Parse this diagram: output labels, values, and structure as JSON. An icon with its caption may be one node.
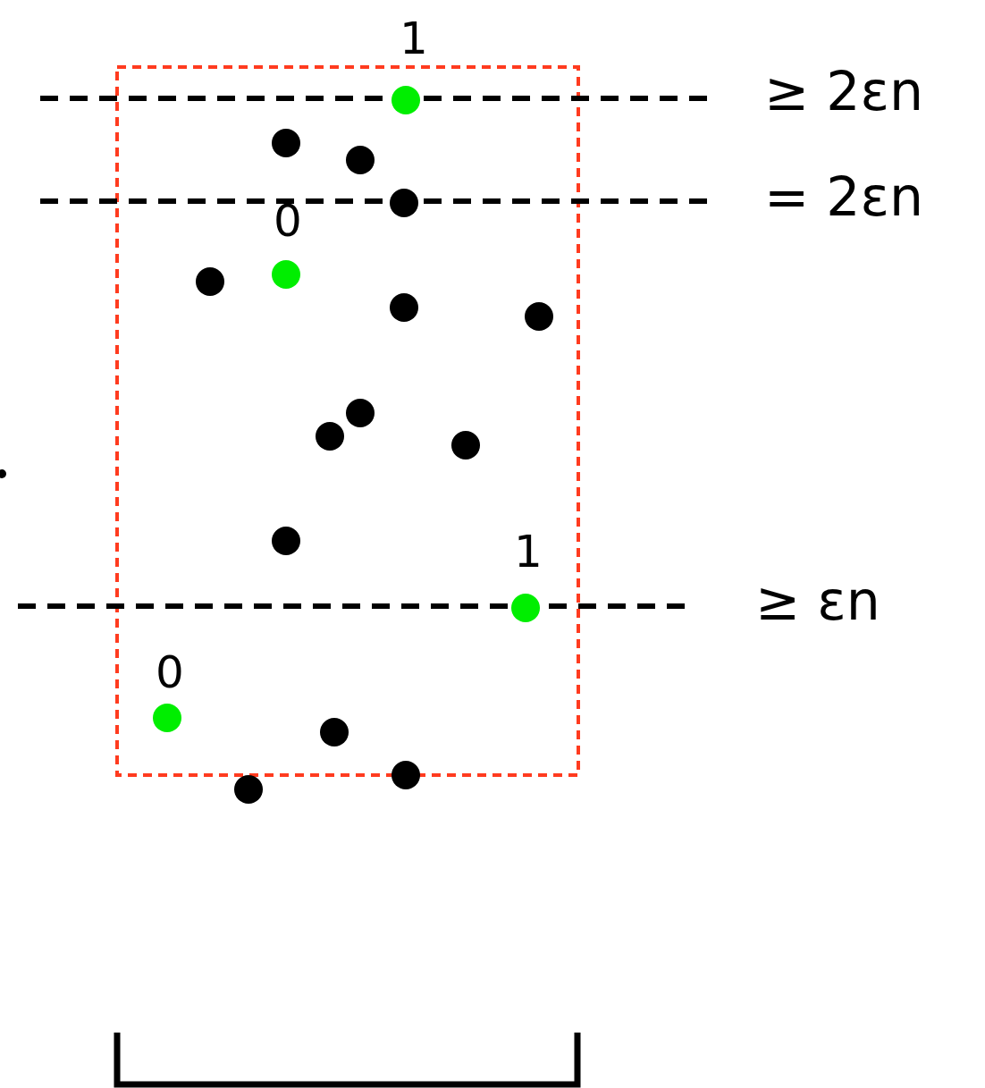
{
  "diagram": {
    "labels": [
      "1",
      "≥ 2εn",
      "= 2εn",
      "0",
      "1",
      "≥ εn",
      "0"
    ]
  }
}
